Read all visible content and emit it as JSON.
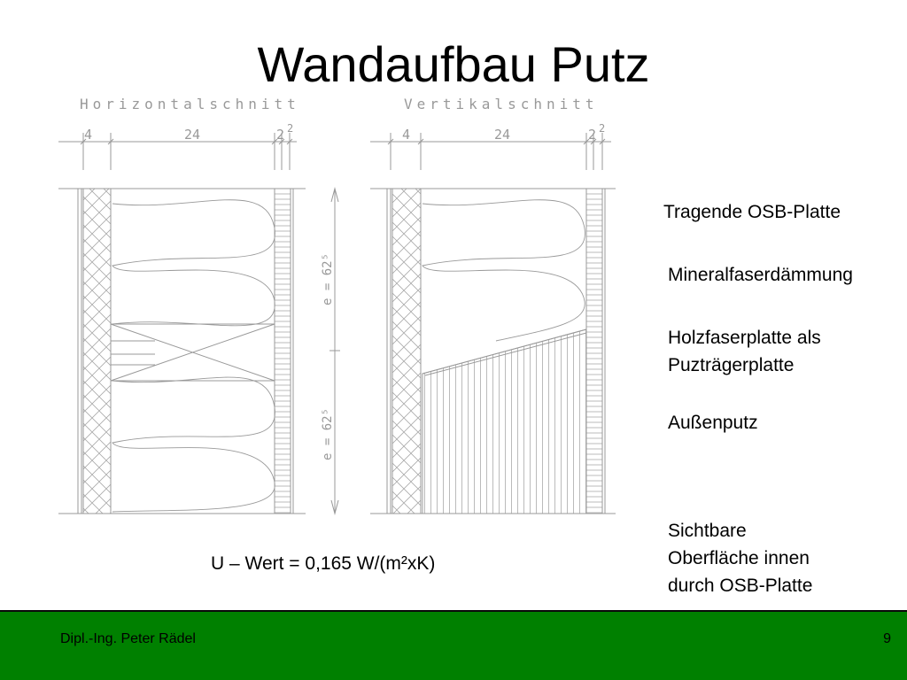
{
  "slide": {
    "title": "Wandaufbau Putz",
    "footer_author": "Dipl.-Ing. Peter Rädel",
    "page_number": "9",
    "u_value": "U – Wert = 0,165 W/(m²xK)"
  },
  "drawing": {
    "horizontal_title": "Horizontalschnitt",
    "vertical_title": "Vertikalschnitt",
    "dims_horizontal": [
      "4",
      "24",
      "2",
      "2"
    ],
    "dims_vertical": [
      "4",
      "24",
      "2",
      "2"
    ],
    "spacing_labels": [
      "e = 62⁵",
      "e = 62⁵"
    ]
  },
  "labels": [
    {
      "lines": [
        "Tragende OSB-Platte"
      ]
    },
    {
      "lines": [
        "Mineralfaserdämmung"
      ]
    },
    {
      "lines": [
        "Holzfaserplatte als",
        "Puzträgerplatte"
      ]
    },
    {
      "lines": [
        "Außenputz"
      ]
    },
    {
      "lines": [
        "Sichtbare",
        "Oberfläche innen",
        "durch OSB-Platte"
      ]
    }
  ],
  "colors": {
    "footer_bg": "#008000",
    "drawing_line": "#999999"
  }
}
